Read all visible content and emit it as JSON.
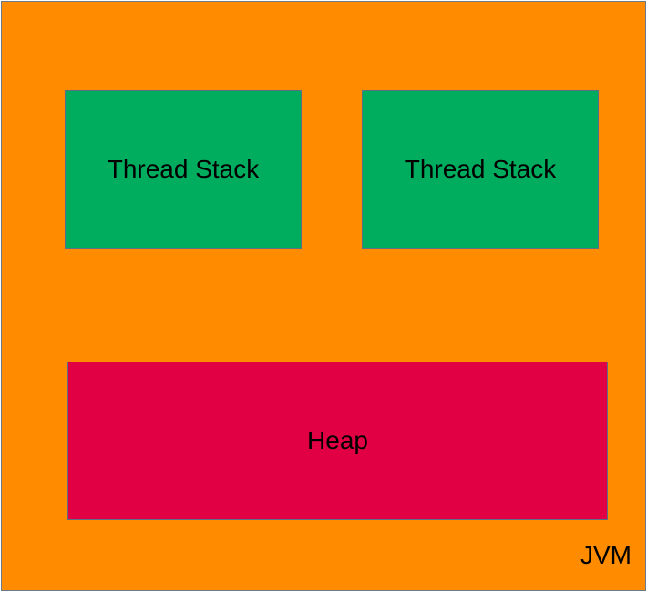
{
  "diagram": {
    "container": {
      "label": "JVM",
      "color": "#ff8c00"
    },
    "thread_stacks": [
      {
        "label": "Thread Stack",
        "color": "#00ad5f"
      },
      {
        "label": "Thread Stack",
        "color": "#00ad5f"
      }
    ],
    "heap": {
      "label": "Heap",
      "color": "#e00043"
    }
  }
}
